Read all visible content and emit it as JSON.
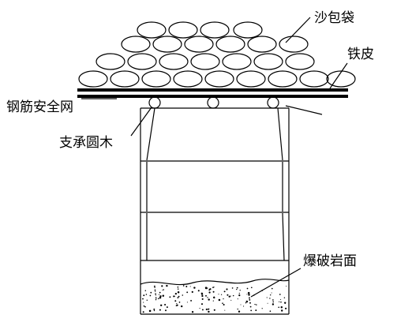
{
  "labels": {
    "sandbags": "沙包袋",
    "iron_sheet": "铁皮",
    "steel_mesh": "钢筋安全网",
    "support_log": "支承圆木",
    "blasting_rock_face": "爆破岩面"
  }
}
